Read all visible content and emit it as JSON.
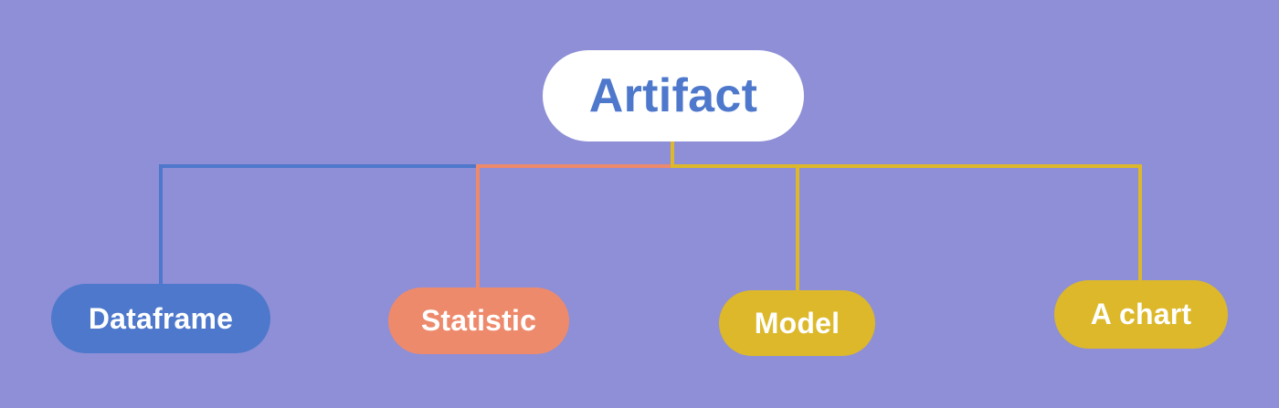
{
  "diagram": {
    "background": "#8E8FD6",
    "root": {
      "label": "Artifact",
      "fill": "#FFFFFF",
      "text_color": "#4E78CB"
    },
    "children": [
      {
        "label": "Dataframe",
        "fill": "#4E78CB",
        "text_color": "#FFFFFF",
        "connector_color": "#4E78CB"
      },
      {
        "label": "Statistic",
        "fill": "#EE8A6C",
        "text_color": "#FFFFFF",
        "connector_color": "#EE8A6C"
      },
      {
        "label": "Model",
        "fill": "#DCB82A",
        "text_color": "#FFFFFF",
        "connector_color": "#DCB82A"
      },
      {
        "label": "A chart",
        "fill": "#DCB82A",
        "text_color": "#FFFFFF",
        "connector_color": "#DCB82A"
      }
    ]
  }
}
